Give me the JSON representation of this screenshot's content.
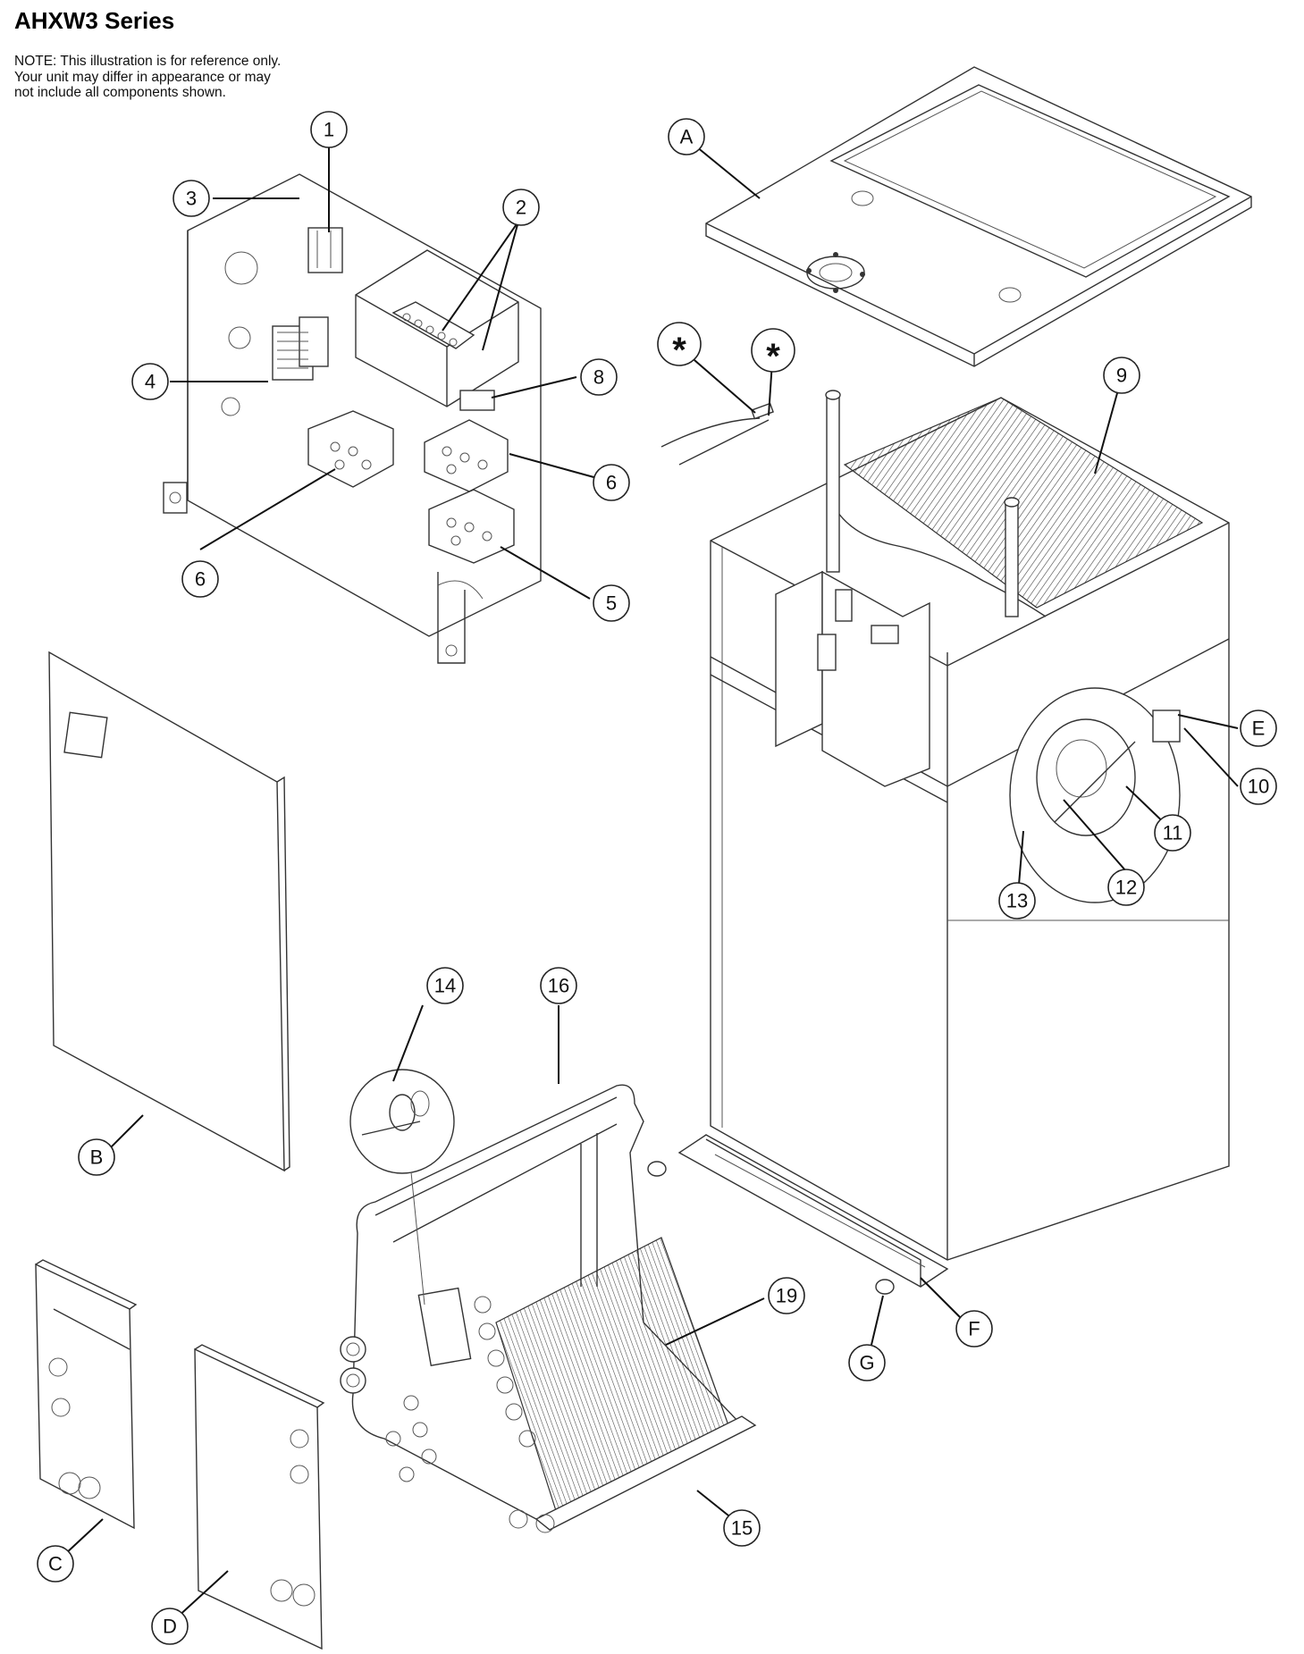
{
  "title": "AHXW3 Series",
  "note": "NOTE: This illustration is for reference only. Your unit may differ in appearance or may not include all components shown.",
  "callouts": {
    "c1": "1",
    "c2": "2",
    "c3": "3",
    "c4": "4",
    "c5": "5",
    "c6a": "6",
    "c6b": "6",
    "c8": "8",
    "c9": "9",
    "c10": "10",
    "c11": "11",
    "c12": "12",
    "c13": "13",
    "c14": "14",
    "c15": "15",
    "c16": "16",
    "c19": "19",
    "cA": "A",
    "cB": "B",
    "cC": "C",
    "cD": "D",
    "cE": "E",
    "cF": "F",
    "cG": "G",
    "star1": "*",
    "star2": "*"
  },
  "colors": {
    "line": "#333333",
    "background": "#ffffff"
  }
}
